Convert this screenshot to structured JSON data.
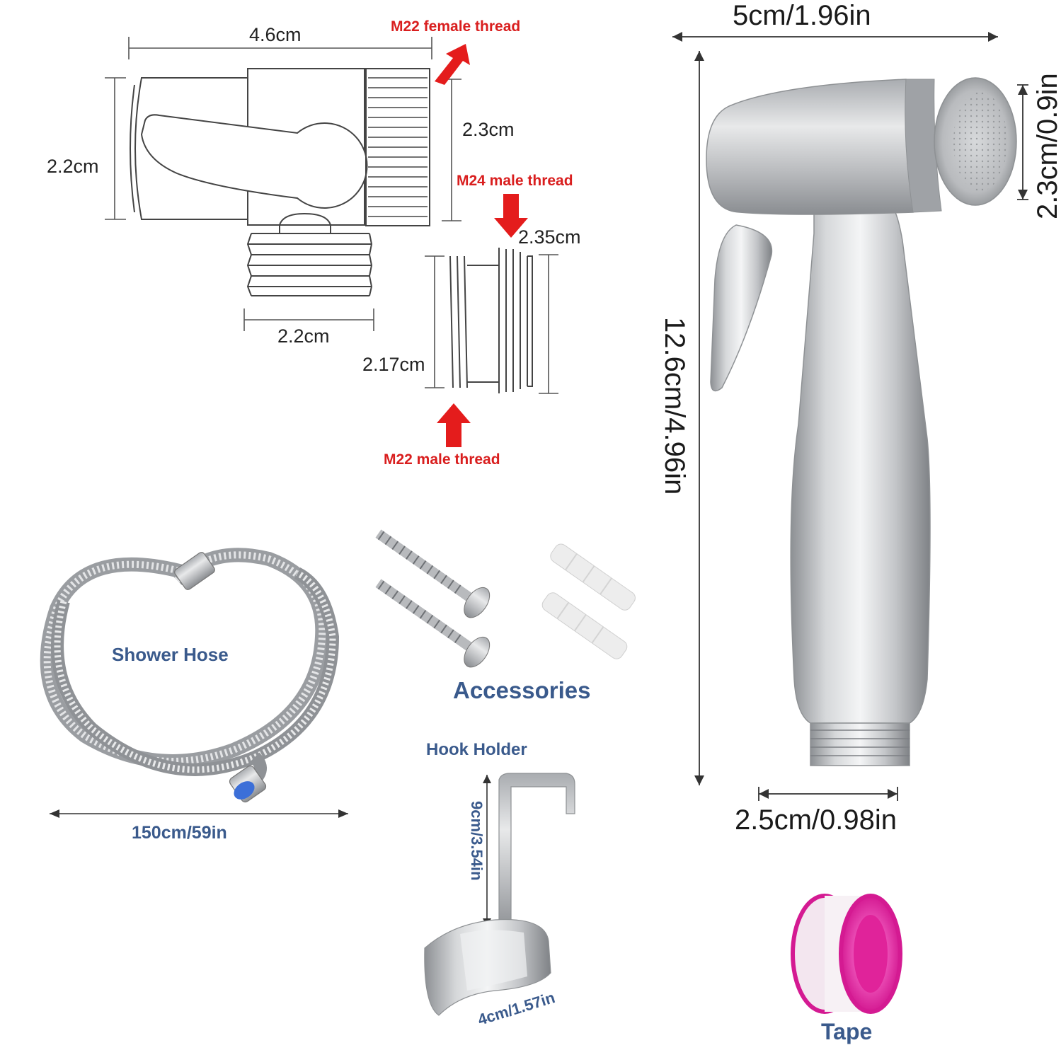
{
  "colors": {
    "arrow_red": "#e41c1c",
    "label_blue": "#3a5a8c",
    "line": "#555555",
    "steel": "#b7b9bc",
    "tape_pink": "#e0239a"
  },
  "valve": {
    "width_label": "4.6cm",
    "height_label": "2.2cm",
    "thread_height_label": "2.3cm",
    "base_width_label": "2.2cm",
    "female_thread_label": "M22 female thread"
  },
  "adapter": {
    "top_label": "M24 male thread",
    "right_height_label": "2.35cm",
    "left_height_label": "2.17cm",
    "bottom_label": "M22 male thread"
  },
  "sprayer": {
    "width_label": "5cm/1.96in",
    "height_label": "12.6cm/4.96in",
    "head_label": "2.3cm/0.9in",
    "base_label": "2.5cm/0.98in"
  },
  "hose": {
    "name": "Shower Hose",
    "length_label": "150cm/59in"
  },
  "accessories": {
    "name": "Accessories"
  },
  "hook": {
    "name": "Hook Holder",
    "height_label": "9cm/3.54in",
    "width_label": "4cm/1.57in"
  },
  "tape": {
    "name": "Tape"
  }
}
